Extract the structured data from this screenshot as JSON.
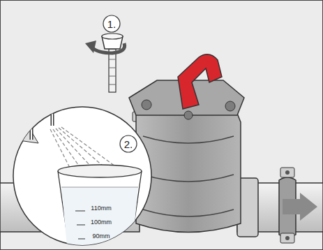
{
  "diagram": {
    "labels": [
      "1.",
      "2.",
      "110mm",
      "100mm",
      "90mm"
    ]
  }
}
